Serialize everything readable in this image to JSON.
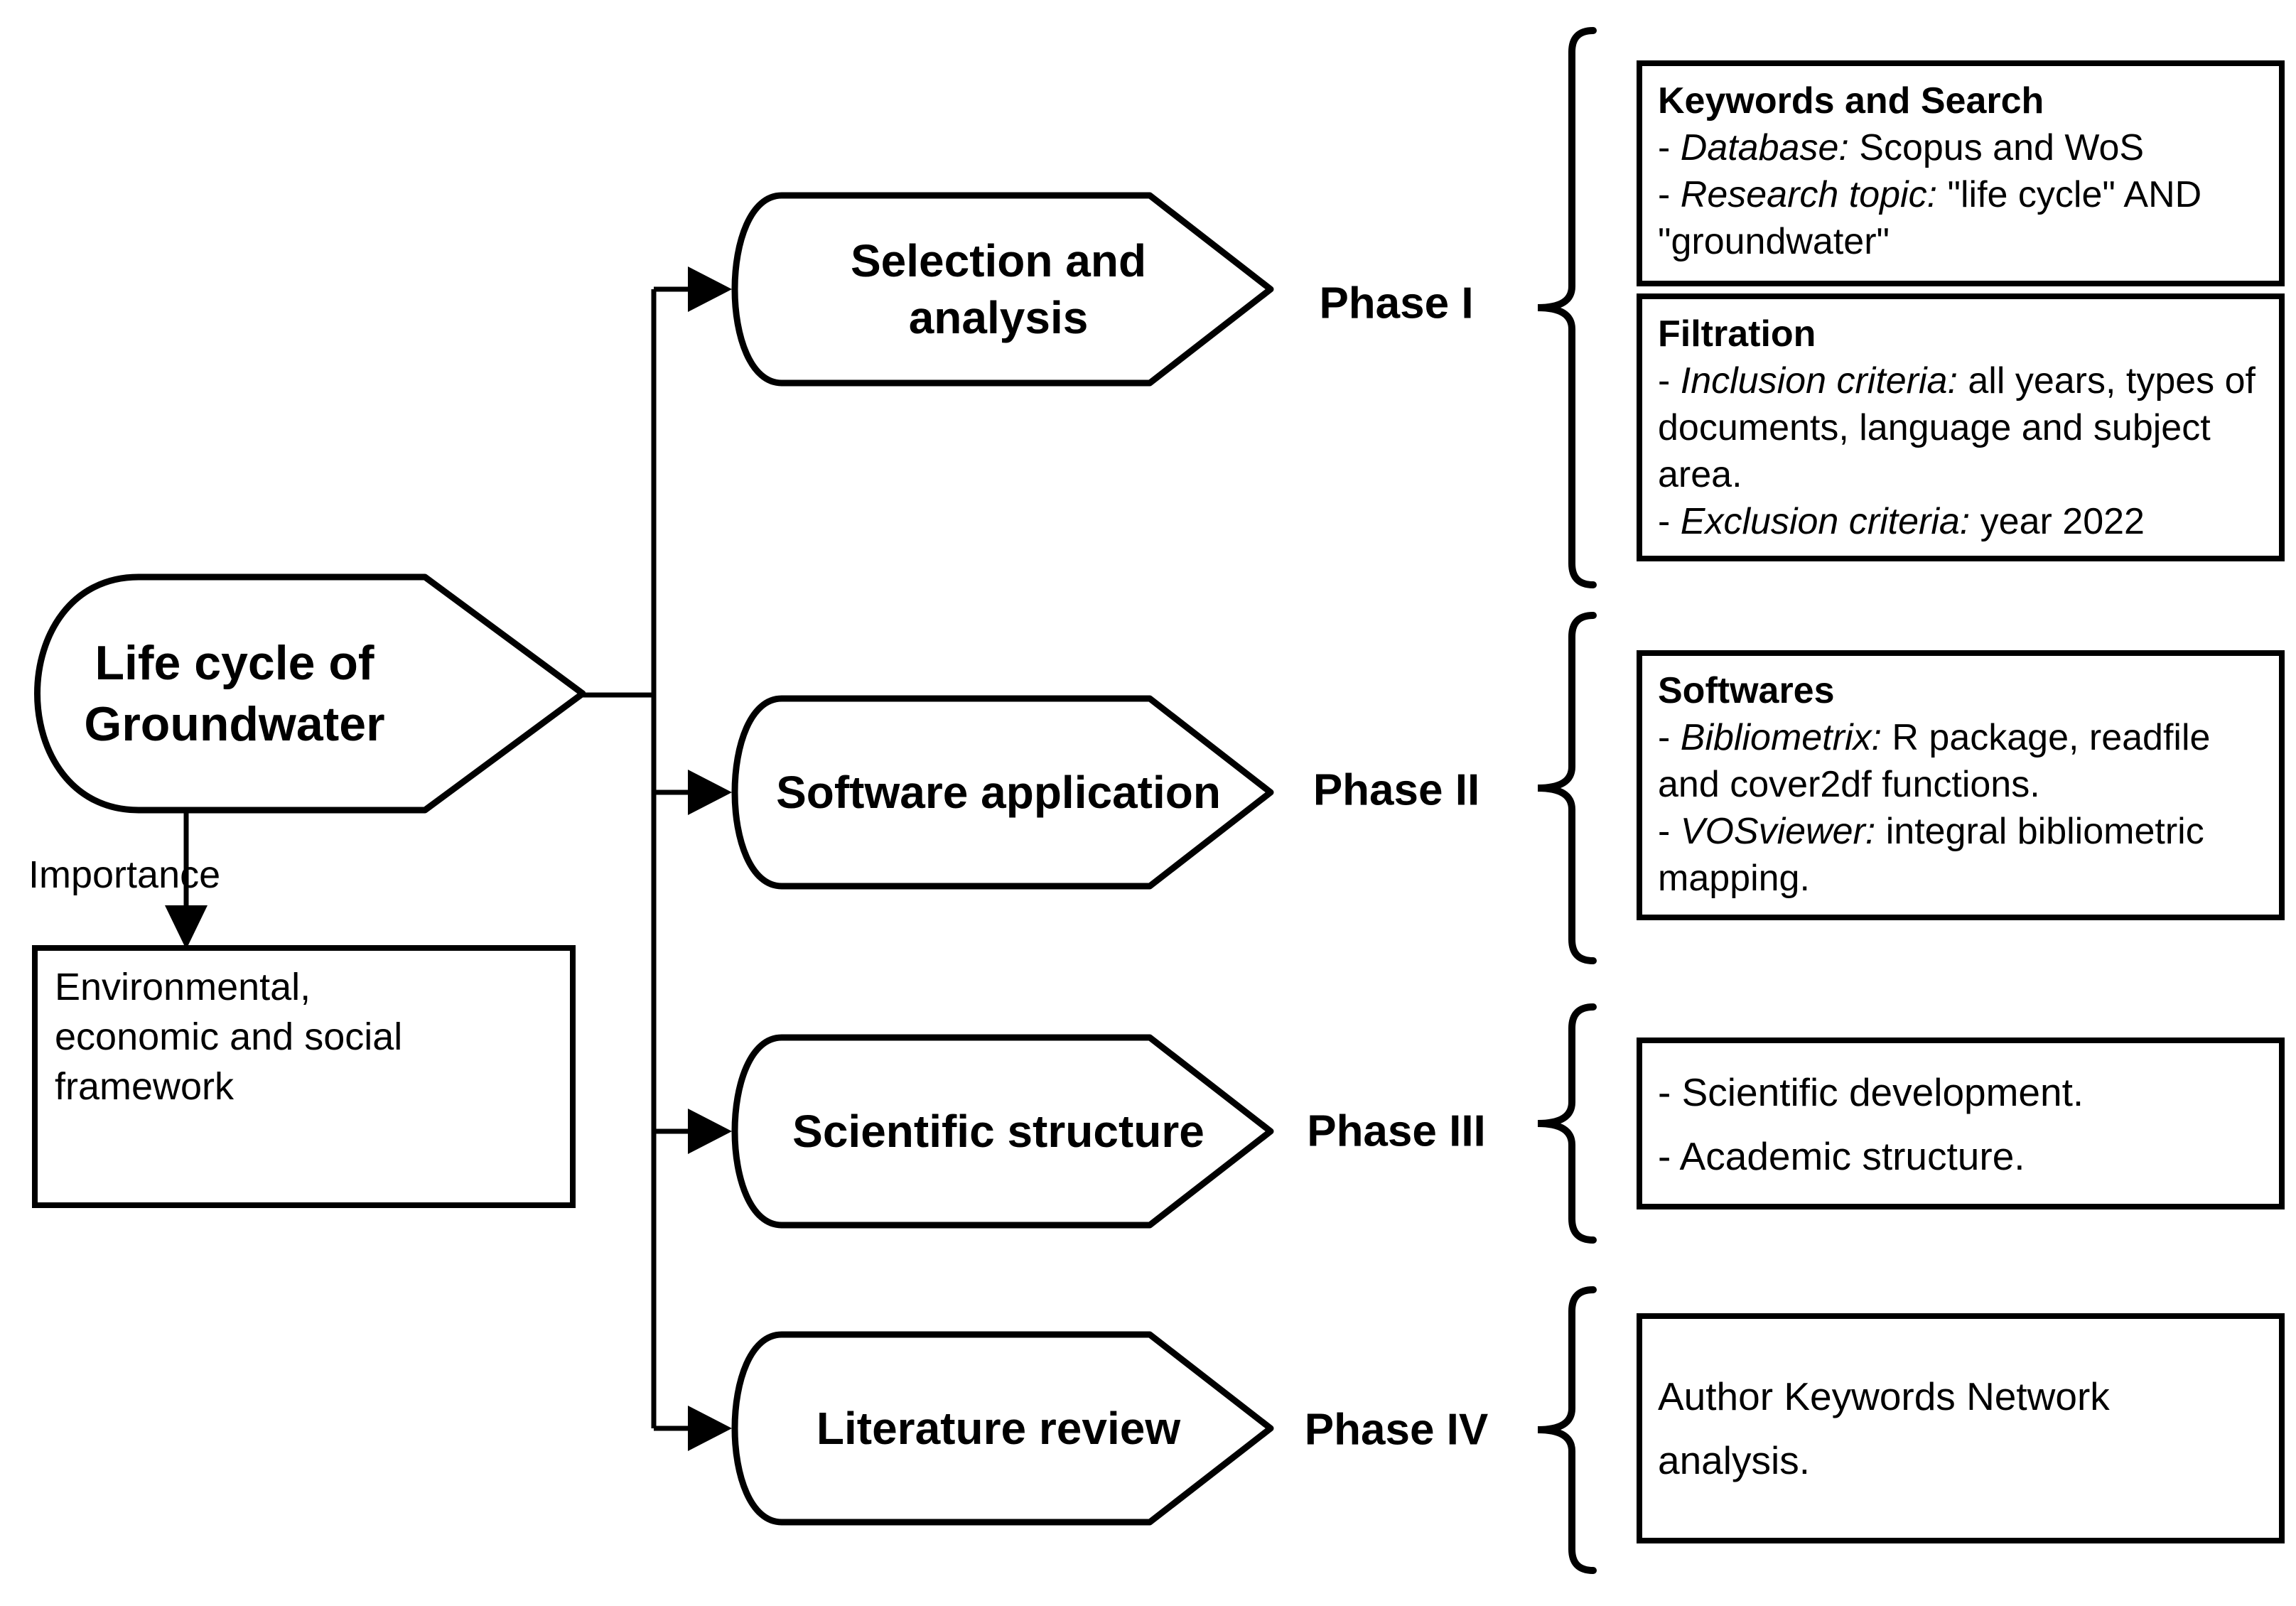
{
  "diagram": {
    "root": {
      "label_lines": [
        "Life cycle of",
        "Groundwater"
      ]
    },
    "importance": {
      "label": "Importance"
    },
    "framework_box": {
      "lines": [
        "Environmental,",
        "economic and social",
        "framework"
      ]
    },
    "phases": [
      {
        "name": "Phase I",
        "shape_lines": [
          "Selection and",
          "analysis"
        ]
      },
      {
        "name": "Phase II",
        "shape_lines": [
          "Software application"
        ]
      },
      {
        "name": "Phase III",
        "shape_lines": [
          "Scientific structure"
        ]
      },
      {
        "name": "Phase IV",
        "shape_lines": [
          "Literature review"
        ]
      }
    ],
    "boxes": [
      {
        "title": "Keywords and Search",
        "paras": [
          [
            {
              "t": "- "
            },
            {
              "t": "Database:",
              "i": true
            },
            {
              "t": " Scopus and WoS"
            }
          ],
          [
            {
              "t": "- "
            },
            {
              "t": "Research topic:",
              "i": true
            },
            {
              "t": " \"life cycle\" AND \"groundwater\""
            }
          ]
        ]
      },
      {
        "title": "Filtration",
        "paras": [
          [
            {
              "t": "- "
            },
            {
              "t": "Inclusion criteria:",
              "i": true
            },
            {
              "t": " all years, types of documents, language and subject area."
            }
          ],
          [
            {
              "t": "- "
            },
            {
              "t": "Exclusion criteria:",
              "i": true
            },
            {
              "t": " year 2022"
            }
          ]
        ]
      },
      {
        "title": "Softwares",
        "paras": [
          [
            {
              "t": "- "
            },
            {
              "t": "Bibliometrix:",
              "i": true
            },
            {
              "t": " R package, readfile and cover2df functions."
            }
          ],
          [
            {
              "t": "- "
            },
            {
              "t": "VOSviewer:",
              "i": true
            },
            {
              "t": " integral bibliometric mapping."
            }
          ]
        ]
      },
      {
        "title": "",
        "paras": [
          [
            {
              "t": "- Scientific development."
            }
          ],
          [
            {
              "t": "- Academic structure."
            }
          ]
        ]
      },
      {
        "title": "",
        "paras": [
          [
            {
              "t": "Author Keywords Network analysis."
            }
          ]
        ]
      }
    ],
    "colors": {
      "ink": "#000000",
      "background": "#ffffff"
    }
  }
}
